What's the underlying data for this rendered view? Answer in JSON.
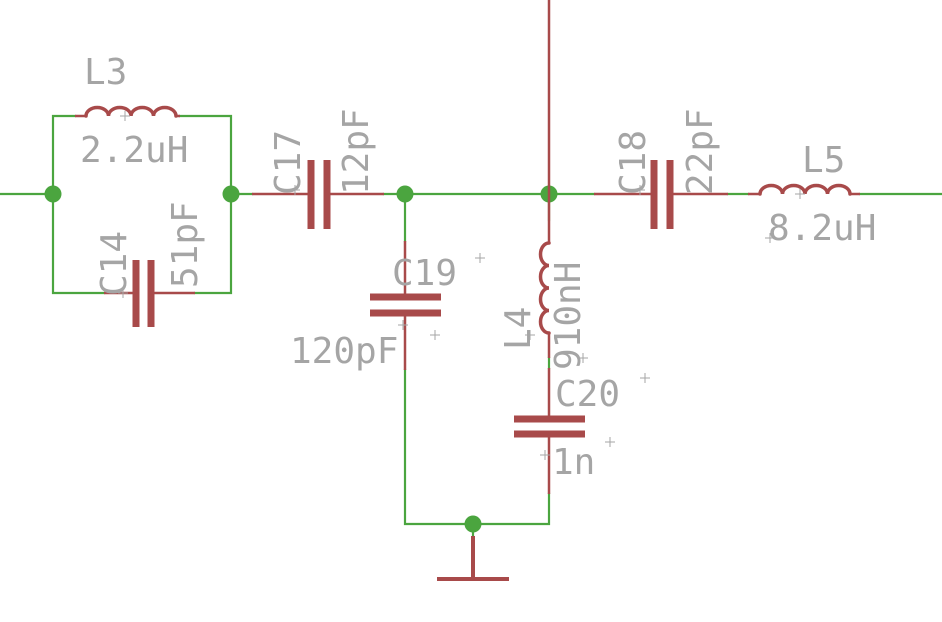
{
  "components": {
    "L3": {
      "name": "L3",
      "value": "2.2uH"
    },
    "C14": {
      "name": "C14",
      "value": "51pF"
    },
    "C17": {
      "name": "C17",
      "value": "12pF"
    },
    "C19": {
      "name": "C19",
      "value": "120pF"
    },
    "L4": {
      "name": "L4",
      "value": "910nH"
    },
    "C20": {
      "name": "C20",
      "value": "1n"
    },
    "C18": {
      "name": "C18",
      "value": "22pF"
    },
    "L5": {
      "name": "L5",
      "value": "8.2uH"
    }
  },
  "colors": {
    "wire": "#4ba53f",
    "component": "#a84a4a",
    "label": "#a5a5a5",
    "background": "#ffffff"
  }
}
